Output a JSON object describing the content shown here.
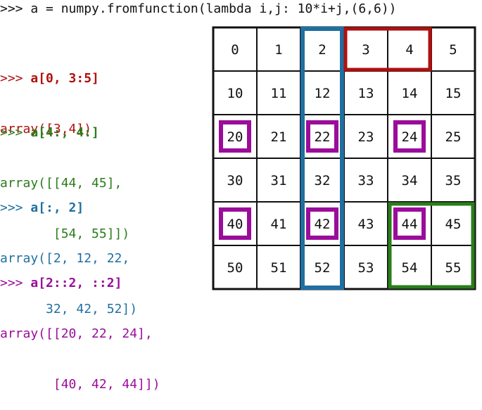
{
  "title_line": ">>> a = numpy.fromfunction(lambda i,j: 10*i+j,(6,6))",
  "colors": {
    "red": "#b01010",
    "green": "#2a7d1a",
    "blue": "#1f6fa0",
    "purple": "#9b0c9b",
    "text": "#111111"
  },
  "snippets": [
    {
      "prompt": ">>> ",
      "command": "a[0, 3:5]",
      "result": [
        "array([3,4])"
      ],
      "color": "#b01010"
    },
    {
      "prompt": ">>> ",
      "command": "a[4:, 4:]",
      "result": [
        "array([[44, 45],",
        "       [54, 55]])"
      ],
      "color": "#2a7d1a"
    },
    {
      "prompt": ">>> ",
      "command": "a[:, 2]",
      "result": [
        "array([2, 12, 22,",
        "      32, 42, 52])"
      ],
      "color": "#1f6fa0"
    },
    {
      "prompt": ">>> ",
      "command": "a[2::2, ::2]",
      "result": [
        "array([[20, 22, 24],",
        "       [40, 42, 44]])"
      ],
      "color": "#9b0c9b"
    }
  ],
  "grid": {
    "rows": 6,
    "cols": 6,
    "cells": [
      [
        "0",
        "1",
        "2",
        "3",
        "4",
        "5"
      ],
      [
        "10",
        "11",
        "12",
        "13",
        "14",
        "15"
      ],
      [
        "20",
        "21",
        "22",
        "23",
        "24",
        "25"
      ],
      [
        "30",
        "31",
        "32",
        "33",
        "34",
        "35"
      ],
      [
        "40",
        "41",
        "42",
        "43",
        "44",
        "45"
      ],
      [
        "50",
        "51",
        "52",
        "53",
        "54",
        "55"
      ]
    ],
    "highlights": {
      "red_row0_cols3_4": {
        "row": 0,
        "col_start": 3,
        "col_end": 4
      },
      "green_rows4_5_cols4_5": {
        "row_start": 4,
        "row_end": 5,
        "col_start": 4,
        "col_end": 5
      },
      "blue_col2": {
        "col": 2
      },
      "purple_cells": [
        [
          2,
          0
        ],
        [
          2,
          2
        ],
        [
          2,
          4
        ],
        [
          4,
          0
        ],
        [
          4,
          2
        ],
        [
          4,
          4
        ]
      ]
    }
  }
}
